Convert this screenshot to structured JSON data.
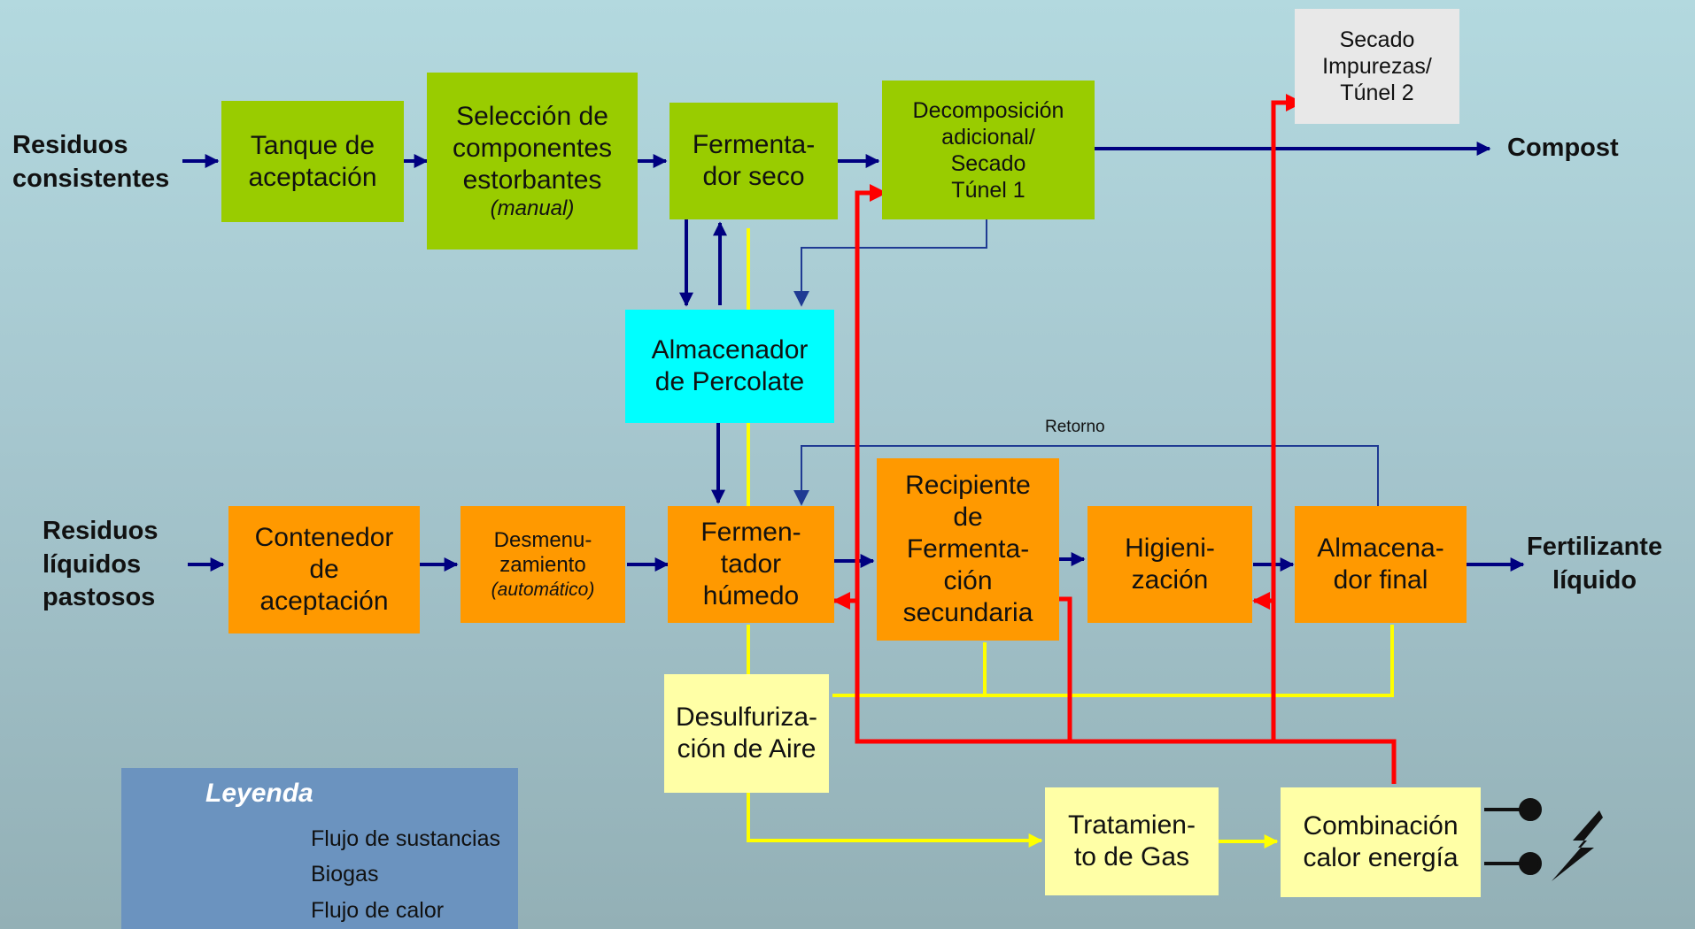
{
  "inputs": {
    "solid": [
      "Residuos",
      "consistentes"
    ],
    "liquid": [
      "Residuos",
      "líquidos",
      "pastosos"
    ]
  },
  "outputs": {
    "compost": "Compost",
    "fertilizer": [
      "Fertilizante",
      "líquido"
    ]
  },
  "boxes": {
    "tanque": [
      "Tanque de",
      "aceptación"
    ],
    "seleccion": [
      "Selección de",
      "componentes",
      "estorbantes"
    ],
    "seleccion_note": "(manual)",
    "fermentador_seco": [
      "Fermenta-",
      "dor seco"
    ],
    "decomposicion": [
      "Decomposición",
      "adicional/",
      "Secado",
      "Túnel 1"
    ],
    "secado2": [
      "Secado",
      "Impurezas/",
      "Túnel 2"
    ],
    "almacenador": [
      "Almacenador",
      "de Percolate"
    ],
    "contenedor": [
      "Contenedor",
      "de",
      "aceptación"
    ],
    "desmenuzamiento": [
      "Desmenu-",
      "zamiento"
    ],
    "desmenuzamiento_note": "(automático)",
    "fermentador_humedo": [
      "Fermen-",
      "tador",
      "húmedo"
    ],
    "recipiente": [
      "Recipiente",
      "de",
      "Fermenta-",
      "ción",
      "secundaria"
    ],
    "higienizacion": [
      "Higieni-",
      "zación"
    ],
    "almacenador_final": [
      "Almacena-",
      "dor final"
    ],
    "desulfurizacion": [
      "Desulfuriza-",
      "ción de Aire"
    ],
    "tratamiento": [
      "Tratamien-",
      "to de Gas"
    ],
    "combinacion": [
      "Combinación",
      "calor energía"
    ]
  },
  "labels": {
    "retorno": "Retorno"
  },
  "legend": {
    "title": "Leyenda",
    "items": [
      {
        "label": "Flujo de sustancias",
        "color": "#000080"
      },
      {
        "label": "Biogas",
        "color": "#ffff00"
      },
      {
        "label": "Flujo de calor",
        "color": "#ff0000"
      }
    ]
  },
  "colors": {
    "substance": "#000080",
    "biogas": "#ffff00",
    "heat": "#ff0000",
    "thin": "#1f3a93"
  }
}
